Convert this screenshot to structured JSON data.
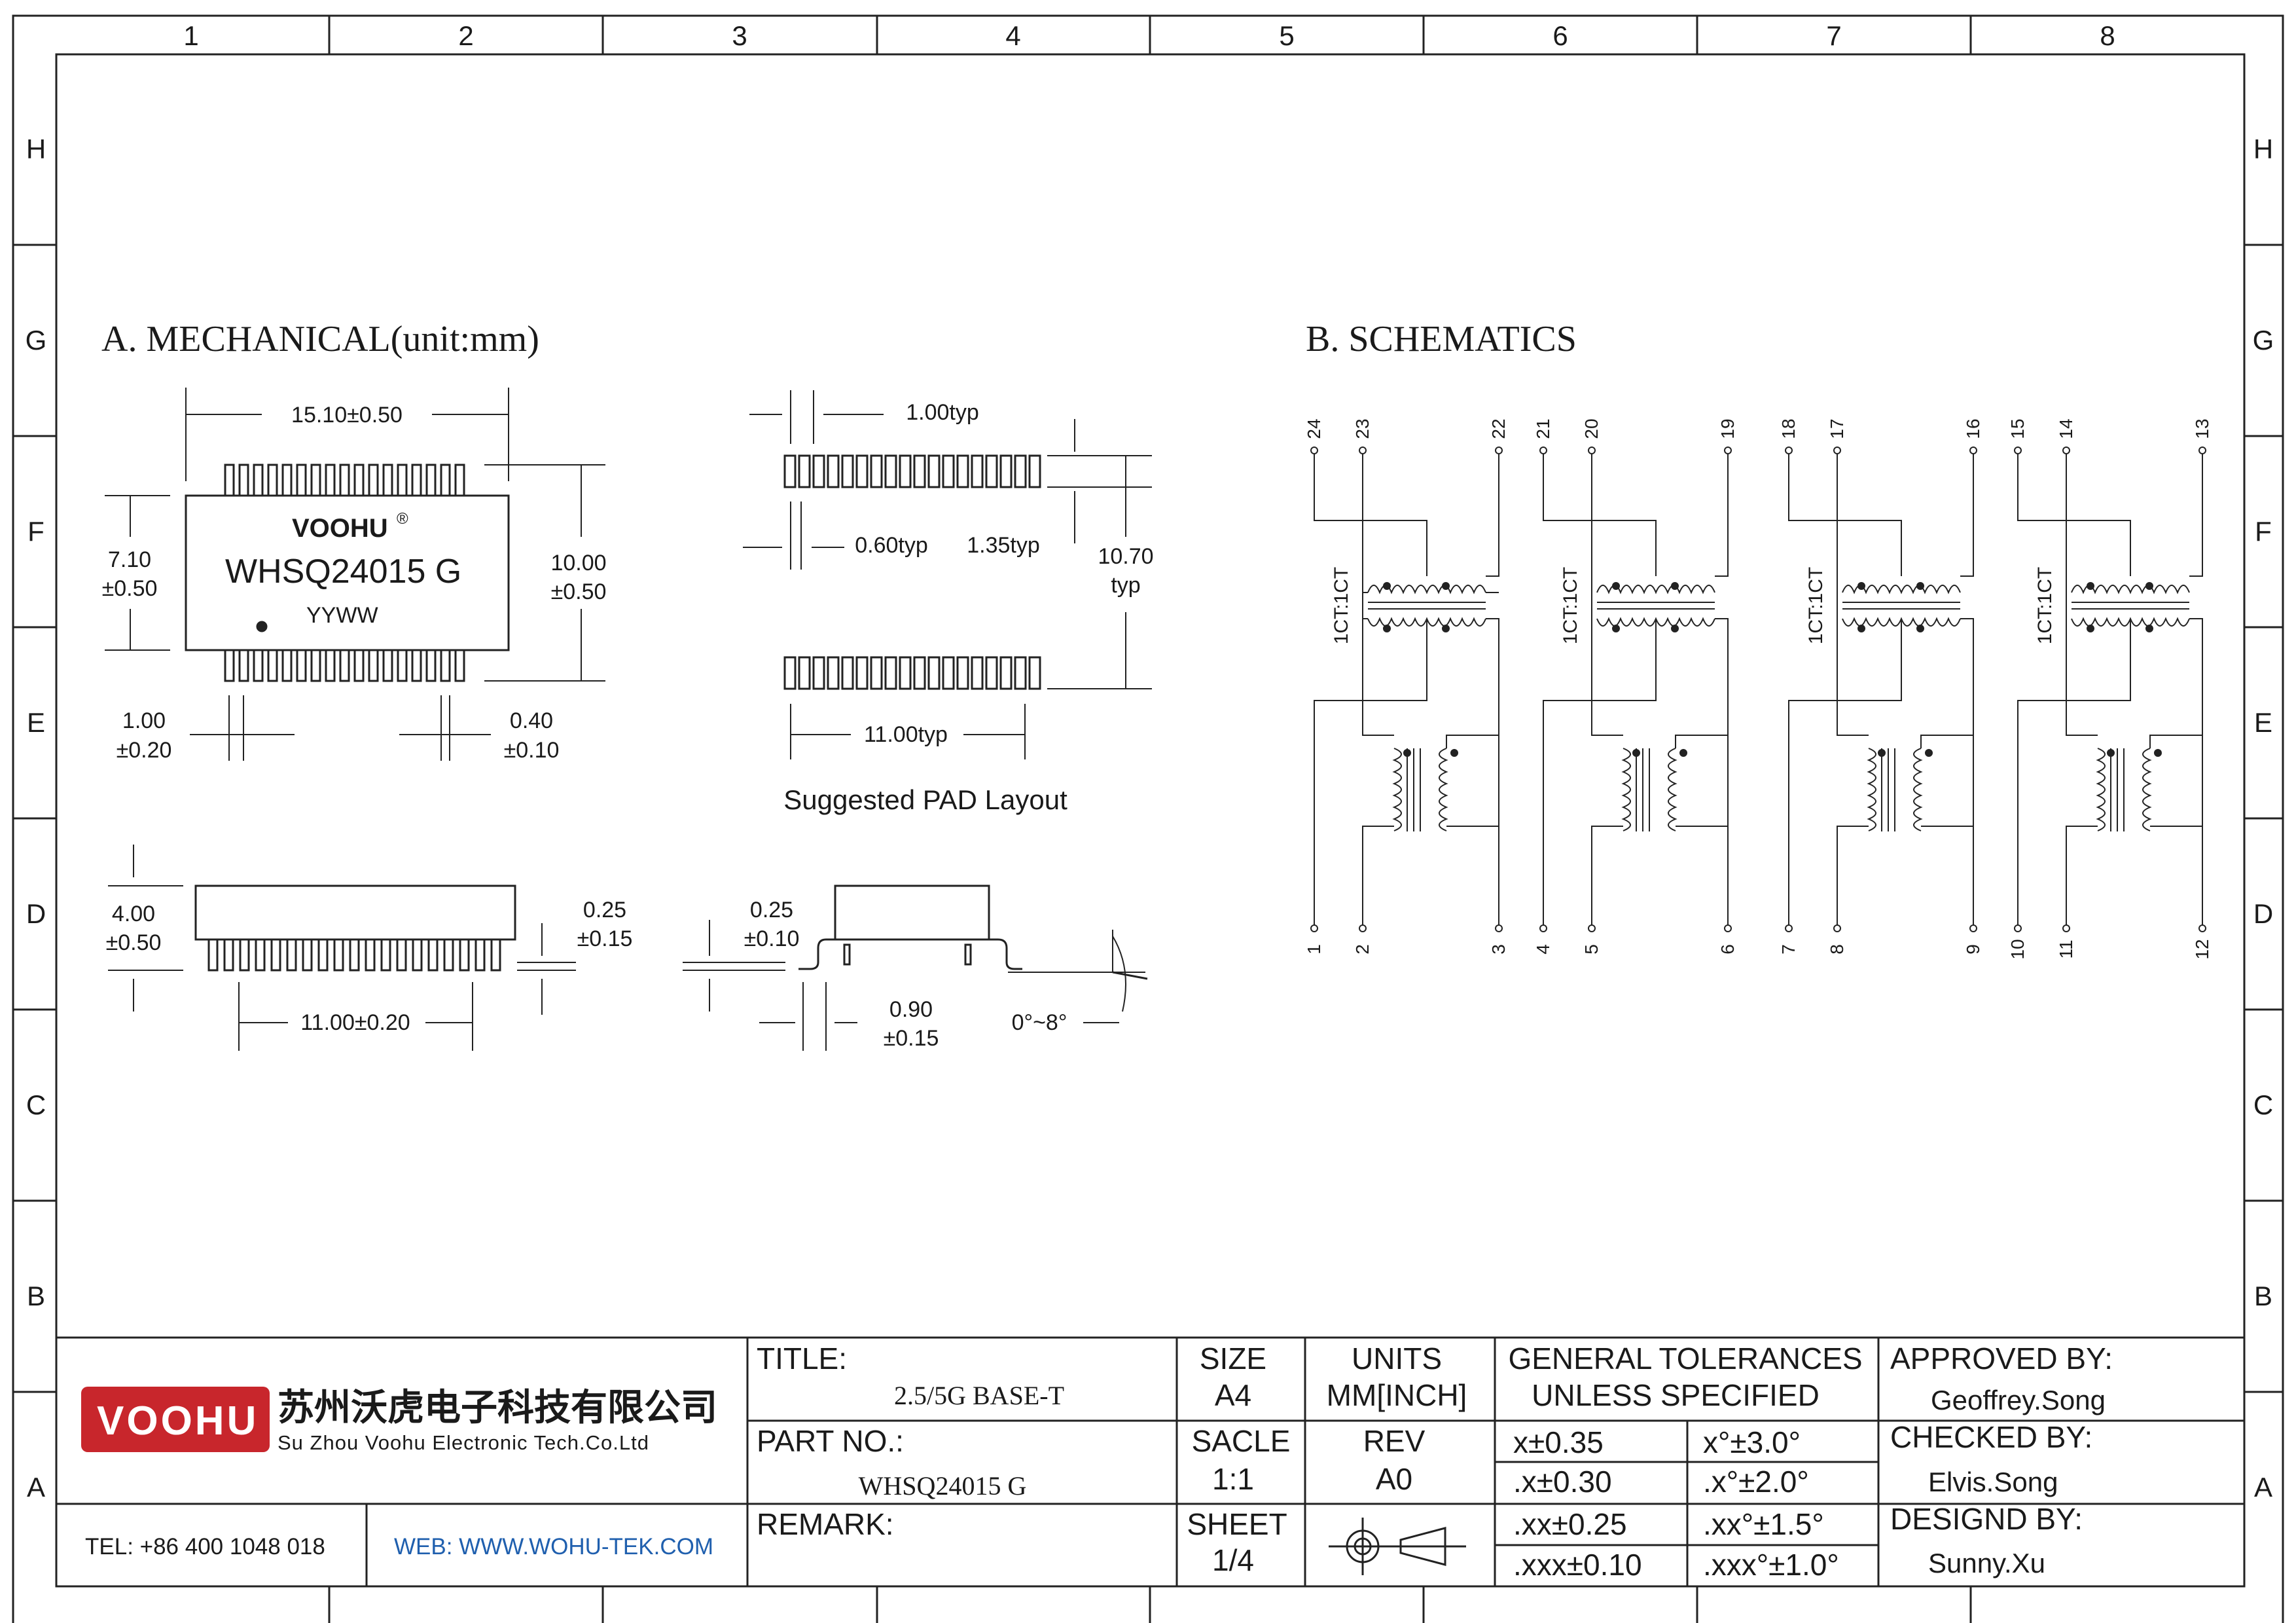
{
  "frame": {
    "columns": [
      "1",
      "2",
      "3",
      "4",
      "5",
      "6",
      "7",
      "8"
    ],
    "rows": [
      "H",
      "G",
      "F",
      "E",
      "D",
      "C",
      "B",
      "A"
    ]
  },
  "mechanical": {
    "heading": "A. MECHANICAL(unit:mm)",
    "body_width": "15.10±0.50",
    "body_height_1": "7.10",
    "body_height_2": "±0.50",
    "span_1": "10.00",
    "span_2": "±0.50",
    "pitch_1": "1.00",
    "pitch_2": "±0.20",
    "lead_w_1": "0.40",
    "lead_w_2": "±0.10",
    "brand": "VOOHU",
    "brand_mark": "®",
    "part_marking": "WHSQ24015 G",
    "date_code": "YYWW",
    "height_1": "4.00",
    "height_2": "±0.50",
    "row_length": "11.00±0.20",
    "standoff_1": "0.25",
    "standoff_2": "±0.15"
  },
  "pad_layout": {
    "pad_pitch": "1.00typ",
    "pad_width": "0.60typ",
    "pad_length": "1.35typ",
    "pad_span_1": "10.70",
    "pad_span_2": "typ",
    "pad_row": "11.00typ",
    "caption": "Suggested PAD Layout",
    "lead_t_1": "0.25",
    "lead_t_2": "±0.10",
    "foot_1": "0.90",
    "foot_2": "±0.15",
    "angle": "0°~8°"
  },
  "schematics": {
    "heading": "B. SCHEMATICS",
    "ratio": "1CT:1CT",
    "channels": [
      {
        "top": [
          "24",
          "23",
          "22"
        ],
        "bottom": [
          "1",
          "2",
          "3"
        ]
      },
      {
        "top": [
          "21",
          "20",
          "19"
        ],
        "bottom": [
          "4",
          "5",
          "6"
        ]
      },
      {
        "top": [
          "18",
          "17",
          "16"
        ],
        "bottom": [
          "7",
          "8",
          "9"
        ]
      },
      {
        "top": [
          "15",
          "14",
          "13"
        ],
        "bottom": [
          "10",
          "11",
          "12"
        ]
      }
    ]
  },
  "title_block": {
    "logo_text": "VOOHU",
    "company_cn": "苏州沃虎电子科技有限公司",
    "company_en": "Su Zhou Voohu Electronic Tech.Co.Ltd",
    "tel": "TEL: +86 400 1048 018",
    "web": "WEB: WWW.WOHU-TEK.COM",
    "title_label": "TITLE:",
    "title_value": "2.5/5G BASE-T",
    "part_label": "PART NO.:",
    "part_value": "WHSQ24015 G",
    "remark_label": "REMARK:",
    "size_label": "SIZE",
    "size_value": "A4",
    "scale_label": "SACLE",
    "scale_value": "1:1",
    "sheet_label": "SHEET",
    "sheet_value": "1/4",
    "units_label": "UNITS",
    "units_value": "MM[INCH]",
    "rev_label": "REV",
    "rev_value": "A0",
    "tol_title_1": "GENERAL TOLERANCES",
    "tol_title_2": "UNLESS SPECIFIED",
    "tol_rows": [
      [
        "x±0.35",
        "x°±3.0°"
      ],
      [
        ".x±0.30",
        ".x°±2.0°"
      ],
      [
        ".xx±0.25",
        ".xx°±1.5°"
      ],
      [
        ".xxx±0.10",
        ".xxx°±1.0°"
      ]
    ],
    "approved_label": "APPROVED BY:",
    "approved_value": "Geoffrey.Song",
    "checked_label": "CHECKED BY:",
    "checked_value": "Elvis.Song",
    "designed_label": "DESIGND BY:",
    "designed_value": "Sunny.Xu",
    "colors": {
      "logo_red": "#c8262c",
      "link_blue": "#1f5fae"
    }
  }
}
